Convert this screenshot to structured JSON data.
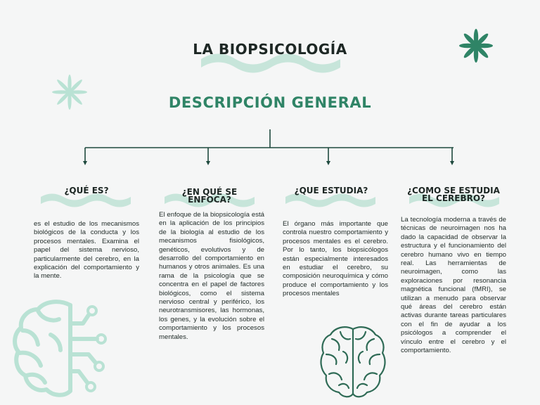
{
  "title": "LA BIOPSICOLOGÍA",
  "subtitle": "DESCRIPCIÓN GENERAL",
  "columns": [
    {
      "heading": "¿QUÉ ES?",
      "text": "es el estudio de los mecanismos biológicos de la conducta y los procesos mentales. Examina el papel del sistema nervioso, particularmente del cerebro, en la explicación del comportamiento y la mente."
    },
    {
      "heading": "¿EN QUÉ SE ENFOCA?",
      "text": "El enfoque de la biopsicología está en la aplicación de los principios de la biología al estudio de los mecanismos fisiológicos, genéticos, evolutivos y de desarrollo del comportamiento en humanos y otros animales. Es una rama de la psicología que se concentra en el papel de factores biológicos, como el sistema nervioso central y periférico, los neurotransmisores, las hormonas, los genes, y la evolución sobre el comportamiento y los procesos mentales."
    },
    {
      "heading": "¿QUE ESTUDIA?",
      "text": "El órgano más importante que controla nuestro comportamiento y procesos mentales es el cerebro. Por lo tanto, los biopsicólogos están especialmente interesados en estudiar el cerebro, su composición neuroquímica y cómo produce el comportamiento y los procesos mentales"
    },
    {
      "heading": "¿COMO SE ESTUDIA EL CEREBRO?",
      "text": "La tecnología moderna a través de técnicas de neuroimagen nos ha dado la capacidad de observar la estructura y el funcionamiento del cerebro humano vivo en tiempo real. Las herramientas de neuroimagen, como las exploraciones por resonancia magnética funcional (fMRI), se utilizan a menudo para observar qué áreas del cerebro están activas durante tareas particulares con el fin de ayudar a los psicólogos a comprender el vínculo entre el cerebro y el comportamiento."
    }
  ],
  "colors": {
    "background": "#f5f6f6",
    "accent": "#2f8466",
    "wave": "#c7e5da",
    "line": "#1f4a3e",
    "light_star": "#b9e2d4"
  },
  "icons": [
    "star-icon",
    "sparkle-icon",
    "brain-circuit-icon",
    "brain-icon"
  ]
}
